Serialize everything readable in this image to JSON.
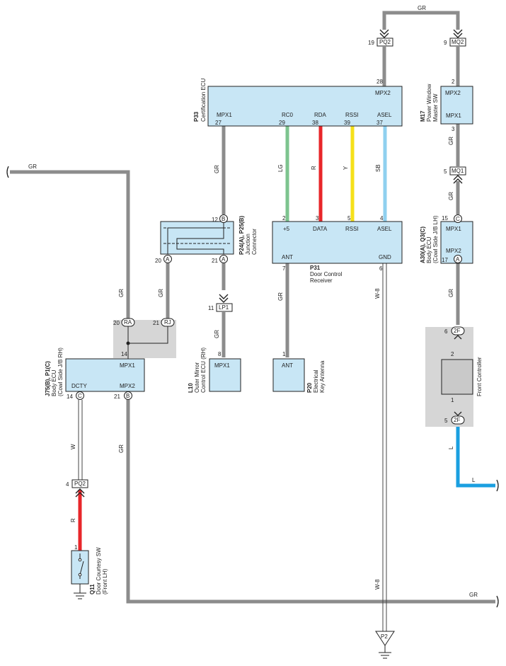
{
  "wire_colors": {
    "GR": "#8c8c8c",
    "LG": "#7dc48f",
    "R": "#e8262a",
    "Y": "#f5e01a",
    "SB": "#8fd0ef",
    "L": "#1a9fe0",
    "W": "#ffffff"
  },
  "components": {
    "certification_ecu": {
      "code": "P33",
      "name": "Certification ECU",
      "pins": {
        "mpx1": "MPX1",
        "rco": "RC0",
        "rda": "RDA",
        "rssi": "RSSI",
        "asel": "ASEL",
        "mpx2": "MPX2"
      },
      "pin_nums": {
        "mpx1": "27",
        "rco": "29",
        "rda": "38",
        "rssi": "39",
        "asel": "37",
        "mpx2": "28"
      }
    },
    "power_window_sw": {
      "code": "M17",
      "name1": "Power Window",
      "name2": "Master SW",
      "pins": {
        "mpx2": "MPX2",
        "mpx1": "MPX1"
      },
      "pin_nums": {
        "top": "2",
        "bottom": "3"
      }
    },
    "door_control_receiver": {
      "code": "P31",
      "name1": "Door Control",
      "name2": "Receiver",
      "pins": {
        "p5": "+5",
        "data": "DATA",
        "rssi": "RSSI",
        "asel": "ASEL",
        "ant": "ANT",
        "gnd": "GND"
      },
      "pin_nums": {
        "p5": "2",
        "data": "3",
        "rssi": "5",
        "asel": "4",
        "ant": "7",
        "gnd": "6"
      }
    },
    "junction_connector": {
      "code": "P24(A), P25(B)",
      "name": "Junction",
      "name2": "Connector",
      "pin_nums": {
        "b": "12",
        "a20": "20",
        "a21": "21"
      }
    },
    "body_ecu_right": {
      "code": "A30(A), Q3(C)",
      "name1": "Body ECU",
      "name2": "(Cowl Side J/B LH)",
      "pins": {
        "mpx1": "MPX1",
        "mpx2": "MPX2"
      },
      "pin_nums": {
        "c": "15",
        "a": "17"
      }
    },
    "body_ecu_left": {
      "code": "J75(B), P1(C)",
      "name1": "Body ECU",
      "name2": "(Cowl Side J/B RH)",
      "pins": {
        "mpx1": "MPX1",
        "dcty": "DCTY",
        "mpx2": "MPX2"
      },
      "pin_nums": {
        "mpx1": "14",
        "dcty": "14",
        "mpx2": "21"
      }
    },
    "outer_mirror": {
      "code": "L10",
      "name1": "Outer Mirror",
      "name2": "Control ECU (RH)",
      "pins": {
        "mpx1": "MPX1"
      },
      "pin_nums": {
        "mpx1": "8"
      }
    },
    "key_antenna": {
      "code": "P20",
      "name1": "Electrical",
      "name2": "Key Antenna",
      "pins": {
        "ant": "ANT"
      },
      "pin_nums": {
        "ant": "1"
      }
    },
    "front_controller": {
      "name": "Front Controller",
      "pin_nums": {
        "top": "2",
        "bottom": "1"
      }
    },
    "courtesy_sw": {
      "code": "Q11",
      "name1": "Door Courtesy SW",
      "name2": "(Front LH)",
      "pin_nums": {
        "top": "1"
      }
    }
  },
  "connectors": {
    "pq2_top": {
      "id": "PQ2",
      "pin": "19"
    },
    "mq2": {
      "id": "MQ2",
      "pin": "9"
    },
    "mq1": {
      "id": "MQ1",
      "pin": "5"
    },
    "lp1": {
      "id": "LP1",
      "pin": "11"
    },
    "pq2_left": {
      "id": "PQ2",
      "pin": "4"
    },
    "ra": {
      "id": "RA",
      "pin": "20"
    },
    "rj": {
      "id": "RJ",
      "pin": "21"
    },
    "2f_top": {
      "id": "2F",
      "pin": "6"
    },
    "2f_bottom": {
      "id": "2F",
      "pin": "5"
    }
  },
  "circle_letters": {
    "a": "A",
    "b": "B",
    "c": "C"
  },
  "wire_labels": {
    "gr": "GR",
    "lg": "LG",
    "r": "R",
    "y": "Y",
    "sb": "SB",
    "l": "L",
    "w": "W",
    "w8": "W-8"
  },
  "ground": {
    "id": "P2"
  }
}
